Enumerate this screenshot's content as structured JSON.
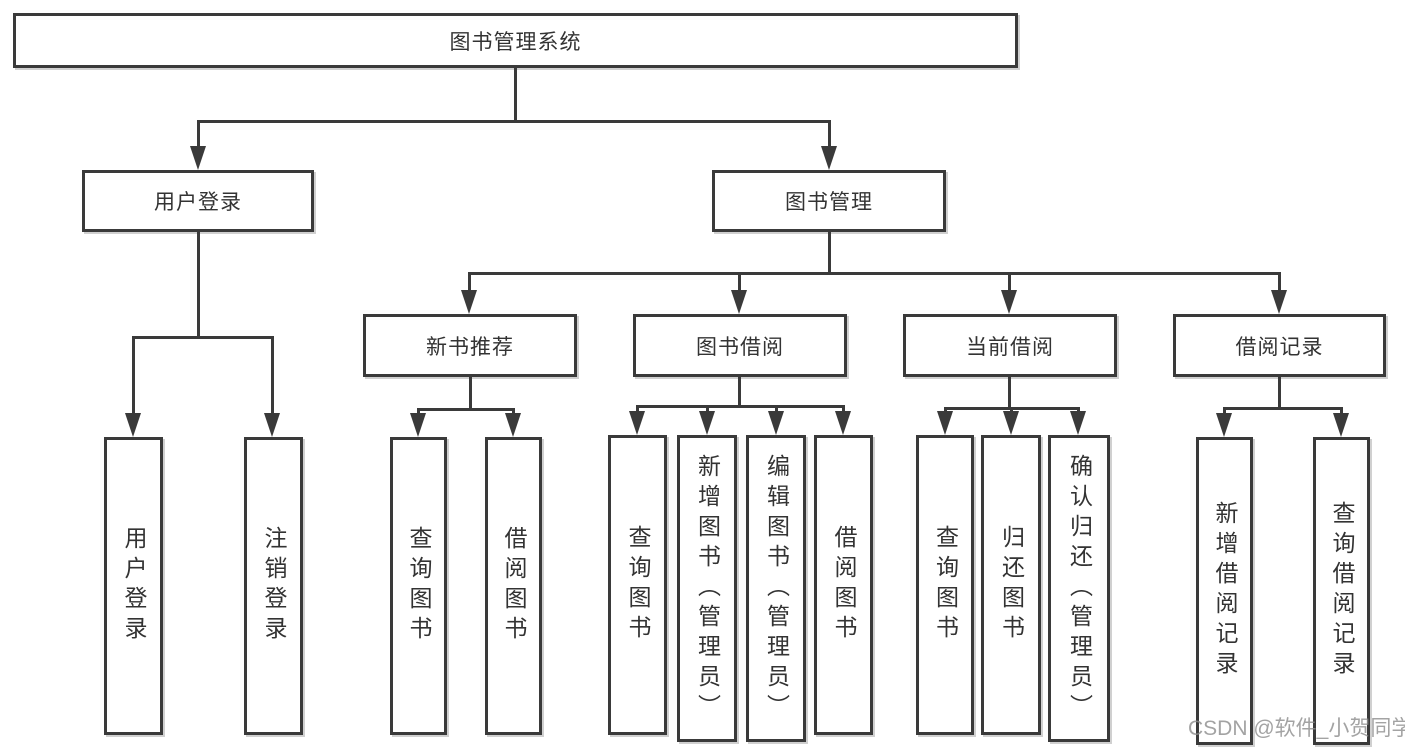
{
  "tree": {
    "root": {
      "label": "图书管理系统",
      "children": [
        {
          "label": "用户登录",
          "children": [
            {
              "label": "用户登录"
            },
            {
              "label": "注销登录"
            }
          ]
        },
        {
          "label": "图书管理",
          "children": [
            {
              "label": "新书推荐",
              "children": [
                {
                  "label": "查询图书"
                },
                {
                  "label": "借阅图书"
                }
              ]
            },
            {
              "label": "图书借阅",
              "children": [
                {
                  "label": "查询图书"
                },
                {
                  "label": "新增图书（管理员）"
                },
                {
                  "label": "编辑图书（管理员）"
                },
                {
                  "label": "借阅图书"
                }
              ]
            },
            {
              "label": "当前借阅",
              "children": [
                {
                  "label": "查询图书"
                },
                {
                  "label": "归还图书"
                },
                {
                  "label": "确认归还（管理员）"
                }
              ]
            },
            {
              "label": "借阅记录",
              "children": [
                {
                  "label": "新增借阅记录"
                },
                {
                  "label": "查询借阅记录"
                }
              ]
            }
          ]
        }
      ]
    }
  },
  "watermark": {
    "text": "CSDN @软件_小贺同学"
  },
  "colors": {
    "line": "#3a3a3a",
    "box_background": "#ffffff",
    "text": "#333333",
    "watermark": "#8c8c8c"
  }
}
